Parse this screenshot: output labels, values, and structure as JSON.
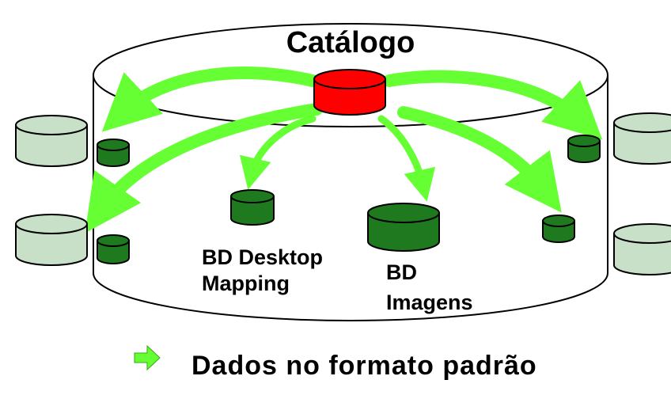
{
  "title": "Catálogo",
  "labels": {
    "desktop_line1": "BD Desktop",
    "desktop_line2": "Mapping",
    "imagens_line1": "BD",
    "imagens_line2": "Imagens"
  },
  "legend": {
    "text": "Dados no formato padrão",
    "icon": "green-arrow-icon"
  },
  "colors": {
    "catalog_db": "#ff0000",
    "internal_db": "#1f7a1f",
    "external_db": "#c8e0c8",
    "arrow": "#66ff33",
    "outline": "#000000"
  }
}
